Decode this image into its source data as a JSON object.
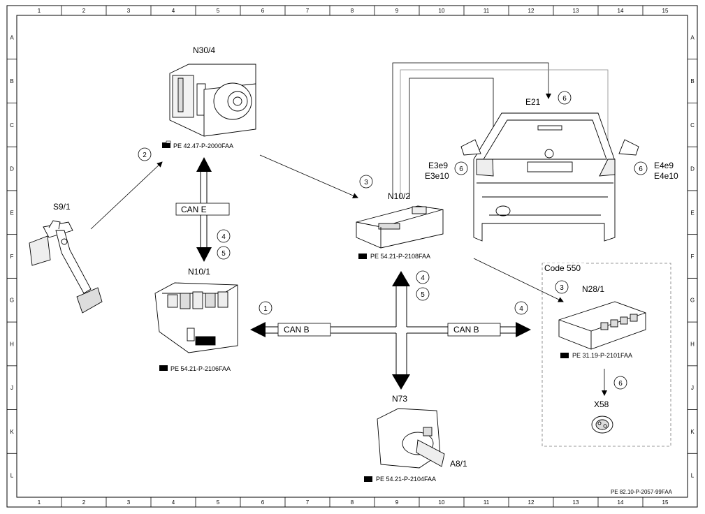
{
  "frame": {
    "columns": [
      "1",
      "2",
      "3",
      "4",
      "5",
      "6",
      "7",
      "8",
      "9",
      "10",
      "11",
      "12",
      "13",
      "14",
      "15"
    ],
    "rows": [
      "A",
      "B",
      "C",
      "D",
      "E",
      "F",
      "G",
      "H",
      "J",
      "K",
      "L"
    ],
    "footer_ref": "PE 82.10-P-2057-99FAA"
  },
  "components": {
    "n30_4": {
      "label": "N30/4",
      "ref": "PE 42.47-P-2000FAA"
    },
    "s9_1": {
      "label": "S9/1"
    },
    "n10_1": {
      "label": "N10/1",
      "ref": "PE 54.21-P-2106FAA"
    },
    "n10_2": {
      "label": "N10/2",
      "ref": "PE 54.21-P-2108FAA"
    },
    "n73": {
      "label": "N73",
      "ref": "PE 54.21-P-2104FAA",
      "sub_label": "A8/1"
    },
    "n28_1": {
      "label": "N28/1",
      "ref": "PE 31.19-P-2101FAA"
    },
    "x58": {
      "label": "X58"
    },
    "e21": {
      "label": "E21"
    },
    "left_lamps": {
      "line1": "E3e9",
      "line2": "E3e10"
    },
    "right_lamps": {
      "line1": "E4e9",
      "line2": "E4e10"
    }
  },
  "bus": {
    "can_e": "CAN E",
    "can_b_left": "CAN B",
    "can_b_right": "CAN B"
  },
  "code_box": {
    "label": "Code 550"
  },
  "step_markers": {
    "s1": "1",
    "s2": "2",
    "s3_n10_2": "3",
    "s3_n28_1": "3",
    "s4_can_e": "4",
    "s5_can_e": "5",
    "s4_center": "4",
    "s5_center": "5",
    "s4_right": "4",
    "s6_e21": "6",
    "s6_left": "6",
    "s6_right": "6",
    "s6_x58": "6"
  }
}
